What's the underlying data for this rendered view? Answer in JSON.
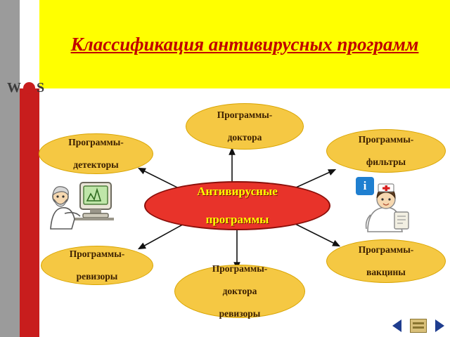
{
  "slide": {
    "title": "Классификация антивирусных программ",
    "logo": {
      "prefix": "W",
      "suffix": "S"
    }
  },
  "diagram": {
    "center": {
      "line1": "Антивирусные",
      "line2": "программы"
    },
    "nodes": [
      {
        "id": "doctor",
        "line1": "Программы-",
        "line2": "доктора",
        "line3": ""
      },
      {
        "id": "detector",
        "line1": "Программы-",
        "line2": "детекторы",
        "line3": ""
      },
      {
        "id": "filter",
        "line1": "Программы-",
        "line2": "фильтры",
        "line3": ""
      },
      {
        "id": "auditor",
        "line1": "Программы-",
        "line2": "ревизоры",
        "line3": ""
      },
      {
        "id": "vaccine",
        "line1": "Программы-",
        "line2": "вакцины",
        "line3": ""
      },
      {
        "id": "doctor-auditor",
        "line1": "Программы-",
        "line2": "доктора",
        "line3": "ревизоры"
      }
    ]
  },
  "clipart": {
    "info_badge_label": "i",
    "left_alt": "doctor-at-computer-clipart",
    "right_alt": "nurse-clipart"
  },
  "nav": {
    "prev_label": "◀",
    "home_label": "Home",
    "next_label": "▶"
  },
  "colors": {
    "banner": "#ffff00",
    "title": "#c00000",
    "node_fill": "#f5c843",
    "center_fill": "#e8332a",
    "center_text": "#ffff00",
    "side_bar_gray": "#9b9b9b",
    "side_bar_red": "#c81d1d",
    "nav_arrow": "#1f3d8f"
  }
}
